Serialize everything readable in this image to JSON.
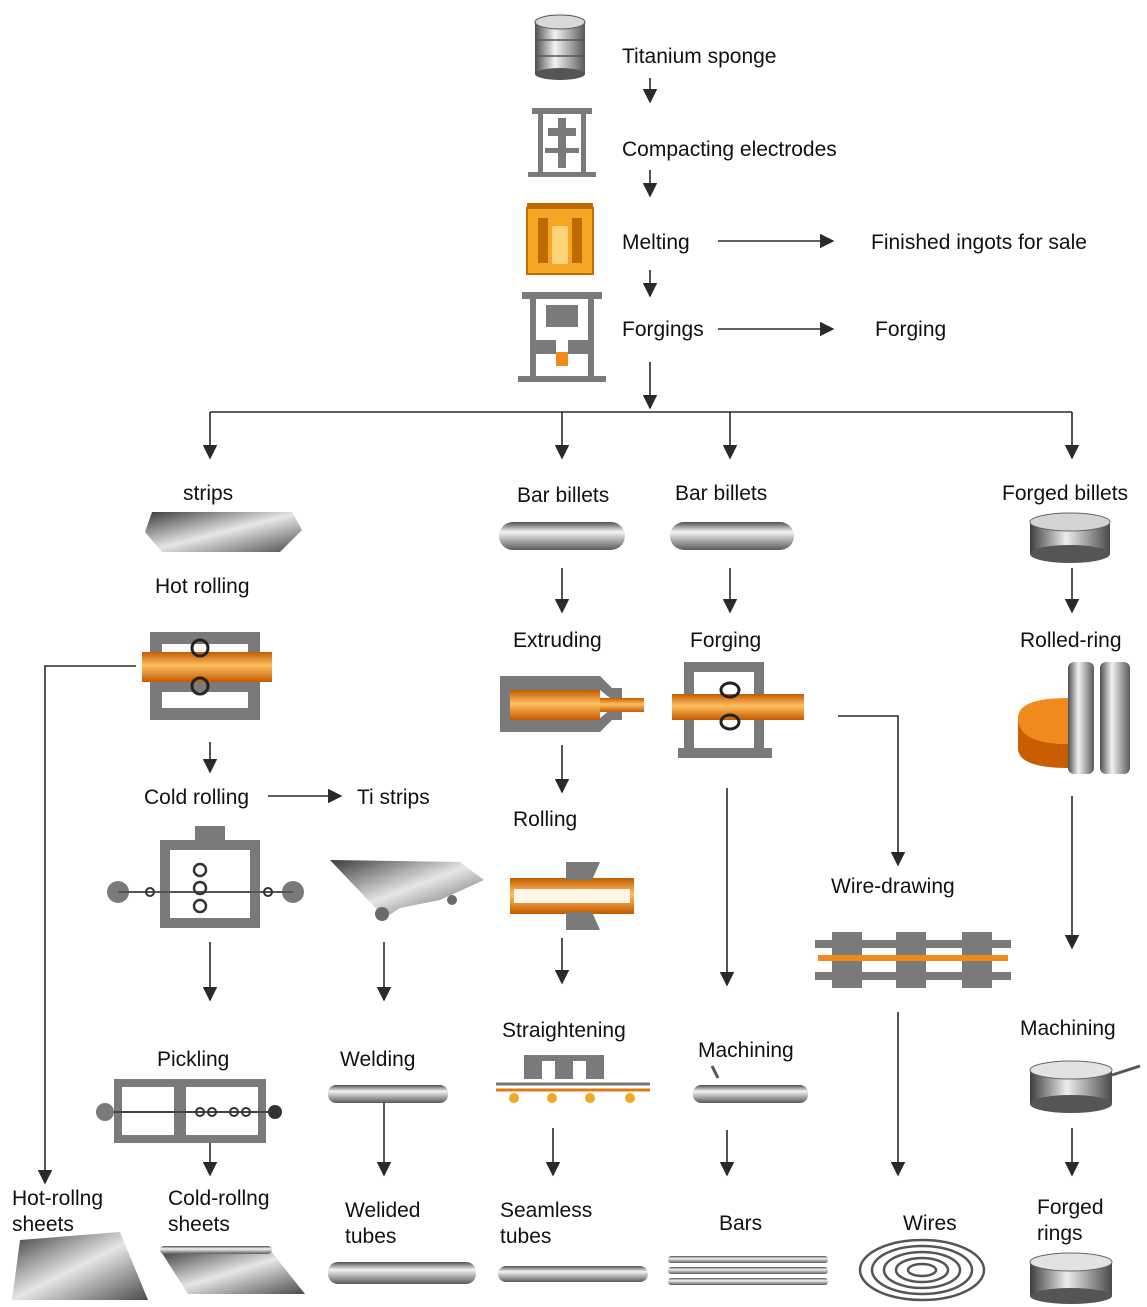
{
  "labels": {
    "titanium_sponge": "Titanium sponge",
    "compacting_electrodes": "Compacting electrodes",
    "melting": "Melting",
    "finished_ingots": "Finished ingots for sale",
    "forgings": "Forgings",
    "forging_out": "Forging",
    "strips": "strips",
    "hot_rolling": "Hot  rolling",
    "cold_rolling": "Cold rolling",
    "ti_strips": "Ti strips",
    "pickling": "Pickling",
    "welding": "Welding",
    "bar_billets_1": "Bar billets",
    "bar_billets_2": "Bar billets",
    "extruding": "Extruding",
    "forging_branch": "Forging",
    "rolling": "Rolling",
    "straightening": "Straightening",
    "machining_bars": "Machining",
    "wire_drawing": "Wire-drawing",
    "forged_billets": "Forged billets",
    "rolled_ring": "Rolled-ring",
    "machining_rings": "Machining",
    "out_hot_rolling_sheets_1": "Hot-rollng",
    "out_hot_rolling_sheets_2": "sheets",
    "out_cold_rolling_sheets_1": "Cold-rollng",
    "out_cold_rolling_sheets_2": "sheets",
    "out_welded_tubes_1": "Welided",
    "out_welded_tubes_2": "tubes",
    "out_seamless_tubes_1": "Seamless",
    "out_seamless_tubes_2": "tubes",
    "out_bars": "Bars",
    "out_wires": "Wires",
    "out_forged_rings_1": "Forged",
    "out_forged_rings_2": "rings"
  },
  "colors": {
    "line": "#2a2a2a",
    "machine": "#6e6e6e",
    "hot_metal": "#f08a1c",
    "metal": "#a9a9a9"
  }
}
